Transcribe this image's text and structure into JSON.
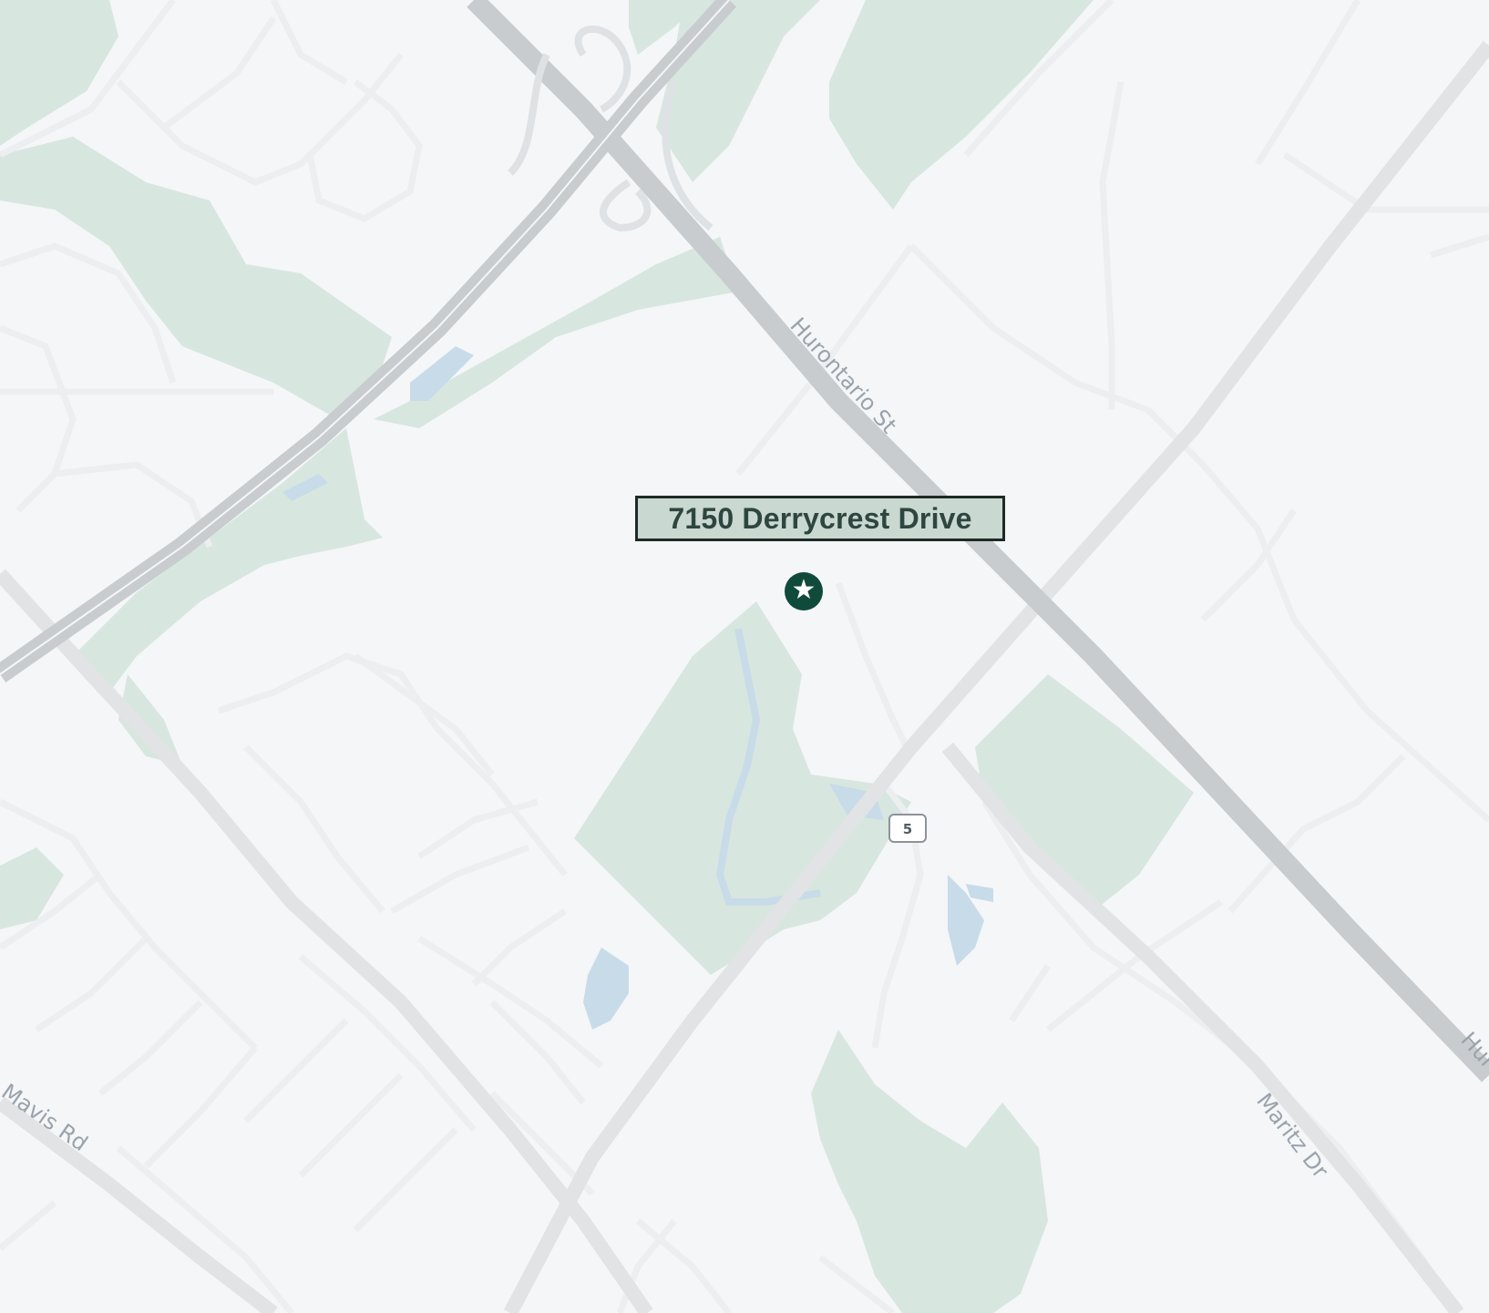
{
  "map": {
    "colors": {
      "land": "#f4f6f8",
      "park": "#d8e6e0",
      "water": "#c8dbe8",
      "highway": "#c9cccf",
      "major_road": "#e1e3e5",
      "minor_road": "#eceef0",
      "marker": "#0f4a3a",
      "callout_bg": "#c9d8d1",
      "callout_border": "#1e2a26"
    },
    "labels": {
      "hurontario_upper": "Hurontario St",
      "hurontario_lower": "Hur",
      "mavis": "Mavis Rd",
      "maritz": "Maritz Dr"
    },
    "highway_shield": "5",
    "location": {
      "label": "7150 Derrycrest Drive",
      "icon": "star-marker-icon"
    }
  }
}
